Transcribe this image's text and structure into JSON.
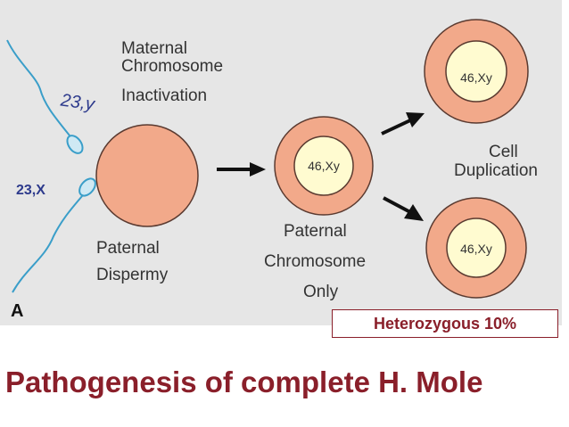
{
  "diagram": {
    "panel_letter": "A",
    "sperm_labels": [
      "23,y",
      "23,X"
    ],
    "maternal_label": [
      "Maternal",
      "Chromosome",
      "Inactivation"
    ],
    "paternal_label": [
      "Paternal",
      "Dispermy"
    ],
    "middle_cell_karyotype": "46,Xy",
    "paternal_only_label": [
      "Paternal",
      "Chromosome",
      "Only"
    ],
    "top_cell_karyotype": "46,Xy",
    "bottom_cell_karyotype": "46,Xy",
    "cell_duplication_label": [
      "Cell",
      "Duplication"
    ],
    "heterozygous_badge": "Heterozygous 10%"
  },
  "title": "Pathogenesis of complete H. Mole",
  "colors": {
    "background_panel": "#e6e6e6",
    "cell_fill": "#f2a98a",
    "cell_stroke": "#5a3a30",
    "nucleus_fill": "#fffbd0",
    "sperm_color": "#3a9ec9",
    "arrow_color": "#111111",
    "title_color": "#8a1f2a"
  },
  "icons": [
    "sperm-icon",
    "arrow-right-icon",
    "arrow-up-right-icon",
    "arrow-down-right-icon"
  ]
}
